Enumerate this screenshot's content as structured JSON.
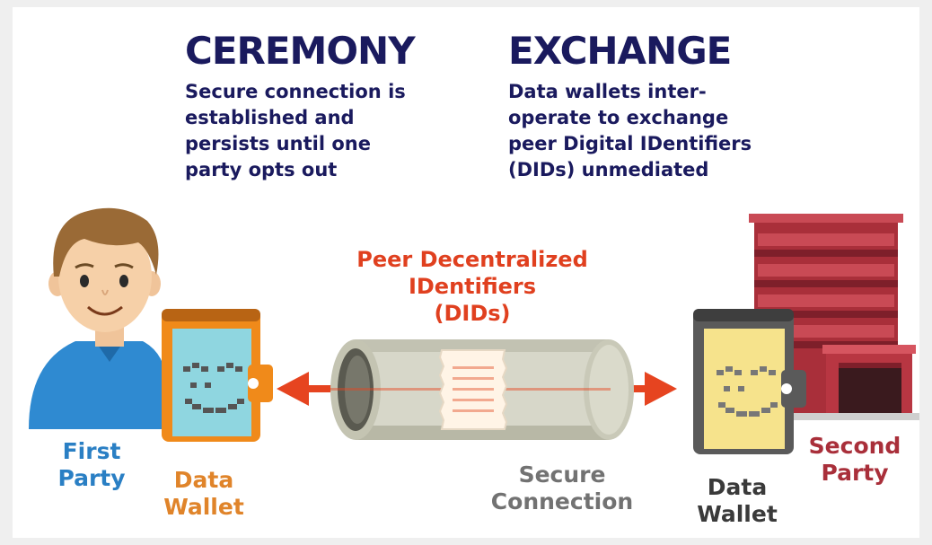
{
  "ceremony": {
    "title": "CEREMONY",
    "lines": [
      "Secure connection is",
      "established and",
      "persists until one",
      "party opts out"
    ]
  },
  "exchange": {
    "title": "EXCHANGE",
    "lines": [
      "Data wallets inter-",
      "operate to exchange",
      "peer Digital IDentifiers",
      "(DIDs) unmediated"
    ]
  },
  "dids_label": {
    "lines": [
      "Peer Decentralized",
      "IDentifiers",
      "(DIDs)"
    ]
  },
  "first_party": {
    "lines": [
      "First",
      "Party"
    ]
  },
  "first_wallet": {
    "lines": [
      "Data",
      "Wallet"
    ]
  },
  "secure_connection": {
    "lines": [
      "Secure",
      "Connection"
    ]
  },
  "second_wallet": {
    "lines": [
      "Data",
      "Wallet"
    ]
  },
  "second_party": {
    "lines": [
      "Second",
      "Party"
    ]
  },
  "colors": {
    "navy": "#1a1a5e",
    "orange_red": "#e0401f",
    "wallet_orange": "#e0842a",
    "party_blue": "#2a7fc4",
    "building_red": "#a92f3a",
    "gray_text": "#727272"
  },
  "icons": [
    "person-icon",
    "data-wallet-orange-icon",
    "pipe-tunnel-icon",
    "scroll-document-icon",
    "arrow-left-icon",
    "arrow-right-icon",
    "data-wallet-gray-icon",
    "building-icon"
  ]
}
